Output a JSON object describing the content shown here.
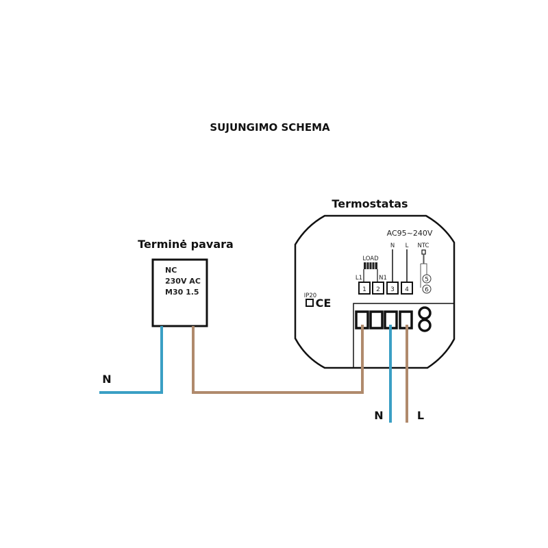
{
  "title": "SUJUNGIMO SCHEMA",
  "actuator": {
    "label": "Terminė pavara",
    "specs": [
      "NC",
      "230V AC",
      "M30 1.5"
    ]
  },
  "thermostat": {
    "label": "Termostatas",
    "voltage": "AC95~240V",
    "load_label": "LOAD",
    "terminal_labels": {
      "l1": "L1",
      "n1": "N1",
      "n": "N",
      "l": "L",
      "ntc": "NTC"
    },
    "terminals": [
      "1",
      "2",
      "3",
      "4"
    ],
    "sensor_terminals": [
      "5",
      "6"
    ],
    "ip_rating": "IP20",
    "ce_mark": "CE"
  },
  "wires": {
    "left_n": "N",
    "bottom_n": "N",
    "bottom_l": "L",
    "colors": {
      "neutral": "#3a9fc4",
      "live": "#b08a6c",
      "outline": "#111111"
    }
  }
}
